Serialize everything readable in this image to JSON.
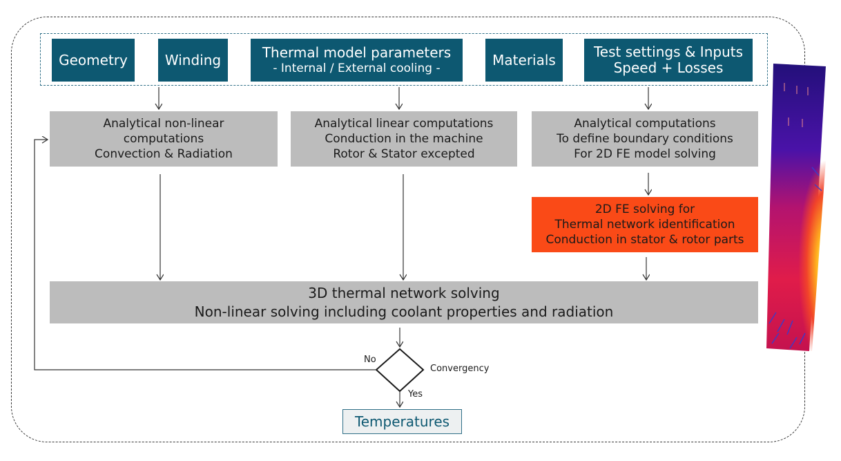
{
  "inputs": {
    "geometry": "Geometry",
    "winding": "Winding",
    "thermal_title": "Thermal model parameters",
    "thermal_sub": "- Internal / External cooling -",
    "materials": "Materials",
    "test_line1": "Test settings & Inputs",
    "test_line2": "Speed + Losses"
  },
  "analytical_nonlinear": {
    "line1": "Analytical non-linear",
    "line2": "computations",
    "line3": "Convection & Radiation"
  },
  "analytical_linear": {
    "line1": "Analytical linear computations",
    "line2": "Conduction in the machine",
    "line3": "Rotor & Stator excepted"
  },
  "analytical_bc": {
    "line1": "Analytical computations",
    "line2": "To define boundary conditions",
    "line3": "For 2D FE model solving"
  },
  "fe_solving": {
    "line1": "2D FE solving for",
    "line2": "Thermal network identification",
    "line3": "Conduction in stator & rotor parts"
  },
  "network_solving": {
    "line1": "3D thermal network solving",
    "line2": "Non-linear solving including coolant properties and radiation"
  },
  "decision": {
    "label": "Convergency",
    "no": "No",
    "yes": "Yes"
  },
  "output": {
    "temperatures": "Temperatures"
  },
  "colors": {
    "teal": "#0d5871",
    "gray": "#bcbcbc",
    "orange": "#fa4a17"
  }
}
